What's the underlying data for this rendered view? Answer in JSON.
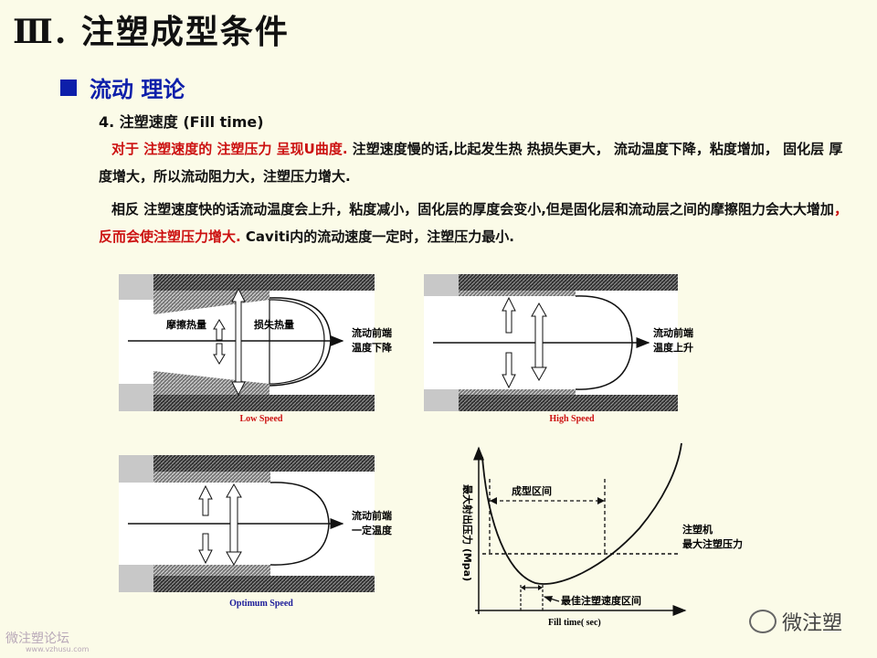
{
  "slide": {
    "title": "Ⅲ.  注塑成型条件",
    "section": "流动 理论",
    "subheading": "4. 注塑速度 (Fill time)",
    "para1": {
      "red": "对于 注塑速度的 注塑压力 呈现U曲度.",
      "black": " 注塑速度慢的话,比起发生热 热损失更大， 流动温度下降，粘度增加， 固化层 厚度增大，所以流动阻力大，注塑压力增大."
    },
    "para2": {
      "black1": "相反 注塑速度快的话流动温度会上升，粘度减小，固化层的厚度会变小,但是固化层和流动层之间的摩擦阻力会大大增加",
      "red": "，反而会使注塑压力增大.",
      "black2": " Caviti内的流动速度一定时，注塑压力最小."
    }
  },
  "diagrams": {
    "low": {
      "caption": "Low Speed",
      "label_left": "摩擦热量",
      "label_right": "损失热量",
      "front1": "流动前端",
      "front2": "温度下降"
    },
    "high": {
      "caption": "High Speed",
      "front1": "流动前端",
      "front2": "温度上升"
    },
    "optimum": {
      "caption": "Optimum Speed",
      "front1": "流动前端",
      "front2": "一定温度"
    }
  },
  "chart_data": {
    "type": "line",
    "ylabel": "最大射出压力 (Mpa)",
    "xlabel": "Fill time( sec)",
    "annotations": [
      "成型区间",
      "注塑机",
      "最大注塑压力",
      "最佳注塑速度区间"
    ]
  },
  "watermarks": {
    "left": "微注塑论坛",
    "left_url": "www.vzhusu.com",
    "right": "微注塑"
  },
  "colors": {
    "accent": "#0d1faa",
    "highlight": "#cc1111",
    "background": "#fbfbe8"
  }
}
